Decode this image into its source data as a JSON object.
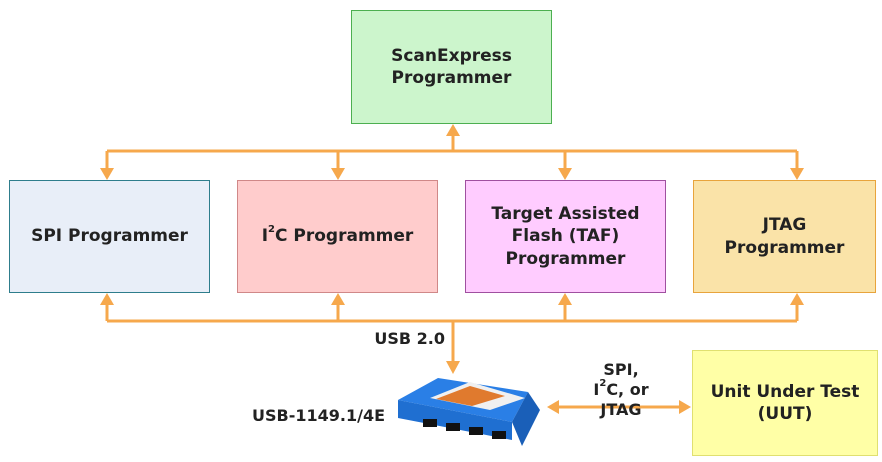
{
  "nodes": {
    "scanexpress": {
      "label": "ScanExpress\nProgrammer",
      "fill": "#ccf5cc",
      "stroke": "#4caf50"
    },
    "spi": {
      "label": "SPI Programmer",
      "fill": "#e8eef8",
      "stroke": "#2e7d8c"
    },
    "i2c": {
      "prefix": "I",
      "sup": "2",
      "suffix": "C Programmer",
      "fill": "#ffcccc",
      "stroke": "#d08888"
    },
    "taf": {
      "label": "Target Assisted\nFlash (TAF)\nProgrammer",
      "fill": "#ffccff",
      "stroke": "#a050a0"
    },
    "jtag": {
      "label": "JTAG\nProgrammer",
      "fill": "#fae3a8",
      "stroke": "#e8a43c"
    },
    "uut": {
      "label": "Unit Under Test\n(UUT)",
      "fill": "#ffffa6",
      "stroke": "#e0e070"
    }
  },
  "labels": {
    "usb": "USB 2.0",
    "device": "USB-1149.1/4E",
    "link_line1": "SPI,",
    "link_i": "I",
    "link_sup": "2",
    "link_mid": "C, or",
    "link_line3": "JTAG"
  },
  "colors": {
    "arrow": "#f6a84c",
    "device_body": "#1f6fd1",
    "device_top": "#2a7fe6",
    "device_stripe": "#e07a2e"
  }
}
